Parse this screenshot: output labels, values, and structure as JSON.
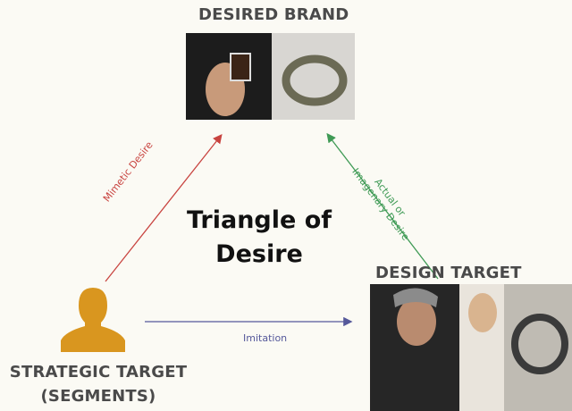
{
  "title": "Triangle of Desire",
  "title_lines": [
    "Triangle of",
    "Desire"
  ],
  "nodes": {
    "desired_brand": "DESIRED BRAND",
    "design_target": "DESIGN TARGET",
    "strategic_target": [
      "STRATEGIC TARGET",
      "(SEGMENTS)"
    ]
  },
  "edges": {
    "mimetic": "Mimetic Desire",
    "actual": [
      "Actual or",
      "Imagenary Desire"
    ],
    "imitation": "Imitation"
  },
  "colors": {
    "mimetic": "#c8433f",
    "actual": "#3f9a55",
    "imitation": "#55589a",
    "person": "#d9961f"
  }
}
